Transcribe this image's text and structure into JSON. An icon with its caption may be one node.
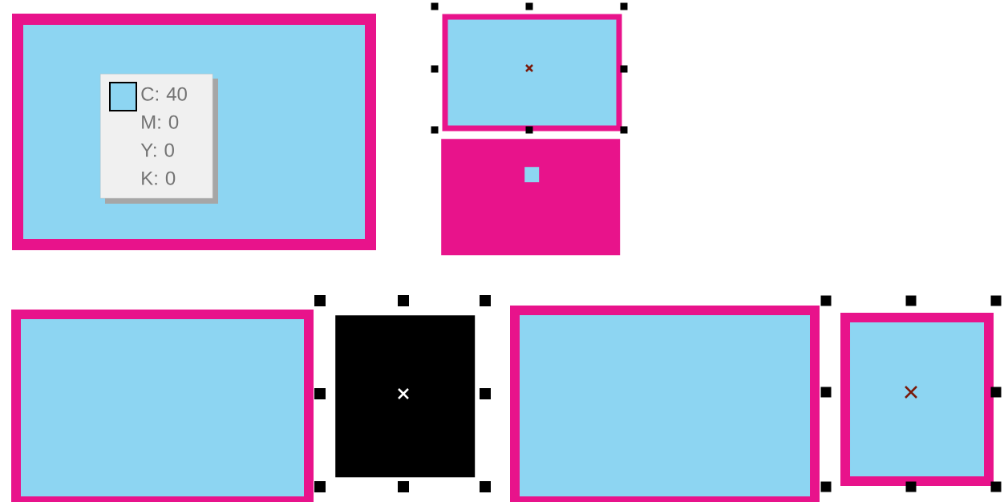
{
  "diagram": {
    "nodes": [
      {
        "text": [],
        "shape": "box"
      },
      {
        "text": [
          "C: 40",
          "M: 0",
          "Y: 0",
          "K: 0"
        ],
        "in": 0
      },
      {
        "text": [],
        "shape": "box"
      },
      {
        "text": [],
        "shape": "box"
      },
      {
        "text": [],
        "shape": "box",
        "in": 3
      },
      {
        "text": [],
        "shape": "box"
      },
      {
        "text": [],
        "shape": "box"
      },
      {
        "text": [],
        "shape": "box"
      },
      {
        "text": [],
        "shape": "box"
      }
    ]
  }
}
